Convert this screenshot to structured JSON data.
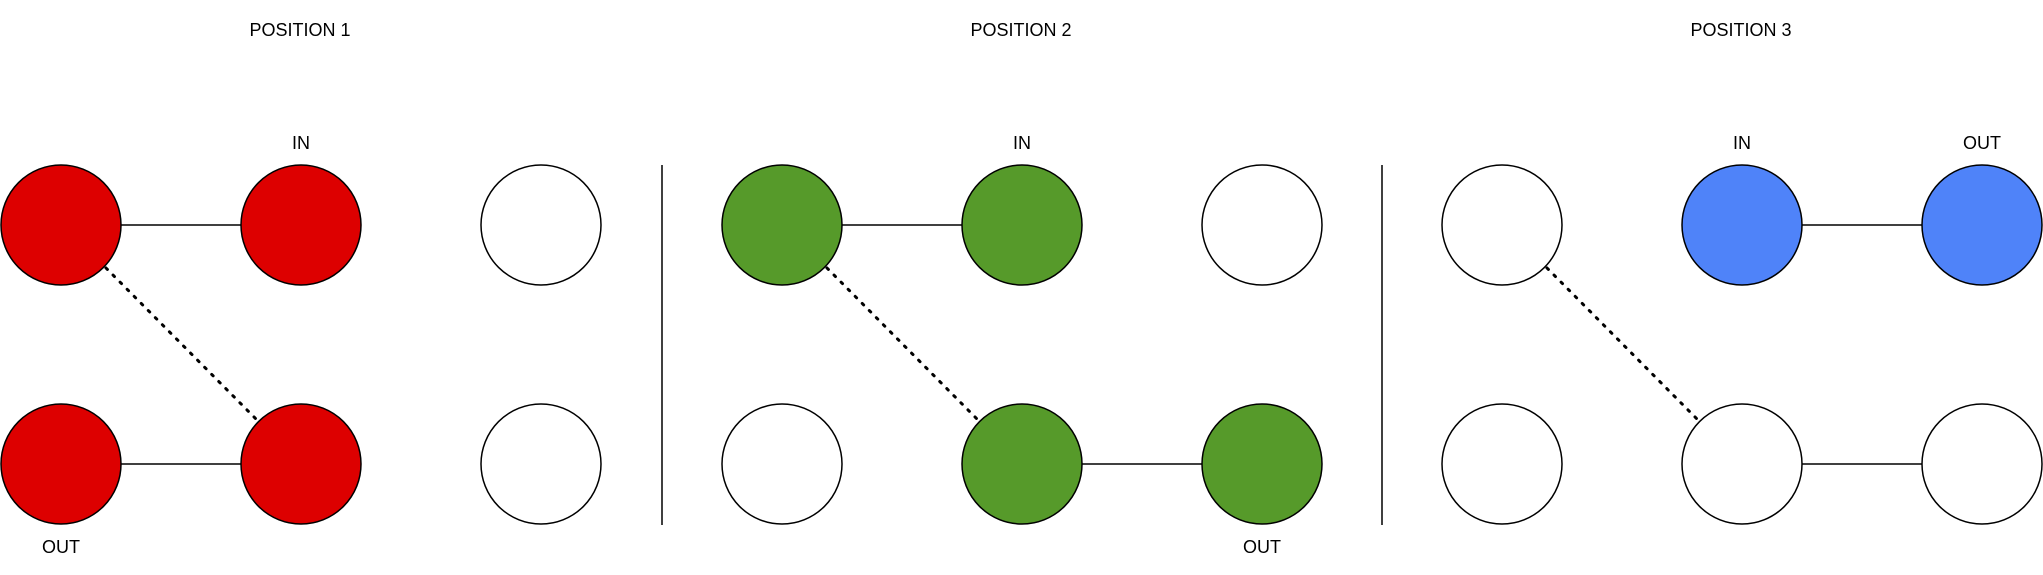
{
  "colors": {
    "red": "#dd0000",
    "green": "#569a2a",
    "blue": "#4f83f9",
    "empty": "#ffffff",
    "stroke": "#000000"
  },
  "panels": [
    {
      "title": "POSITION 1",
      "fill_color": "red",
      "nodes": {
        "top": [
          "red",
          "red",
          "empty"
        ],
        "bottom": [
          "red",
          "red",
          "empty"
        ]
      },
      "labels": {
        "in": "IN",
        "out": "OUT"
      }
    },
    {
      "title": "POSITION 2",
      "fill_color": "green",
      "nodes": {
        "top": [
          "green",
          "green",
          "empty"
        ],
        "bottom": [
          "empty",
          "green",
          "green"
        ]
      },
      "labels": {
        "in": "IN",
        "out": "OUT"
      }
    },
    {
      "title": "POSITION 3",
      "fill_color": "blue",
      "nodes": {
        "top": [
          "empty",
          "blue",
          "blue"
        ],
        "bottom": [
          "empty",
          "empty",
          "empty"
        ]
      },
      "labels": {
        "in": "IN",
        "out": "OUT"
      }
    }
  ]
}
